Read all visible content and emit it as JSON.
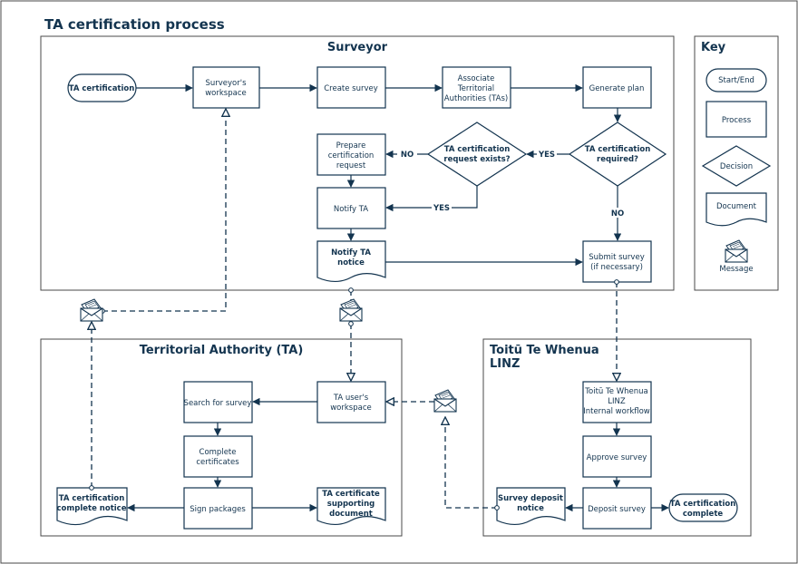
{
  "title": "TA certification process",
  "lanes": {
    "surveyor": "Surveyor",
    "ta": "Territorial Authority (TA)",
    "linz": [
      "Toitū Te Whenua",
      "LINZ"
    ],
    "key": "Key"
  },
  "nodes": {
    "ta_cert_start": [
      "TA certification"
    ],
    "surveyor_workspace": [
      "Surveyor's",
      "workspace"
    ],
    "create_survey": [
      "Create survey"
    ],
    "associate_tas": [
      "Associate",
      "Territorial",
      "Authorities (TAs)"
    ],
    "generate_plan": [
      "Generate plan"
    ],
    "ta_cert_required": [
      "TA certification",
      "required?"
    ],
    "ta_request_exists": [
      "TA certification",
      "request exists?"
    ],
    "prepare_request": [
      "Prepare",
      "certification",
      "request"
    ],
    "notify_ta": [
      "Notify TA"
    ],
    "notify_ta_notice": [
      "Notify TA",
      "notice"
    ],
    "submit_survey": [
      "Submit survey",
      "(if necessary)"
    ],
    "ta_user_workspace": [
      "TA user's",
      "workspace"
    ],
    "search_for_survey": [
      "Search for survey"
    ],
    "complete_certificates": [
      "Complete",
      "certificates"
    ],
    "sign_packages": [
      "Sign packages"
    ],
    "ta_cert_complete_notice": [
      "TA certification",
      "complete notice"
    ],
    "ta_cert_supporting_doc": [
      "TA certificate",
      "supporting",
      "document"
    ],
    "linz_internal_workflow": [
      "Toitū Te Whenua",
      "LINZ",
      "Internal workflow"
    ],
    "approve_survey": [
      "Approve survey"
    ],
    "deposit_survey": [
      "Deposit survey"
    ],
    "survey_deposit_notice": [
      "Survey deposit",
      "notice"
    ],
    "ta_cert_complete_end": [
      "TA certification",
      "complete"
    ]
  },
  "branches": {
    "yes_required": "YES",
    "no_required": "NO",
    "yes_exists": "YES",
    "no_exists": "NO"
  },
  "key": {
    "start_end": "Start/End",
    "process": "Process",
    "decision": "Decision",
    "document": "Document",
    "message": "Message"
  }
}
